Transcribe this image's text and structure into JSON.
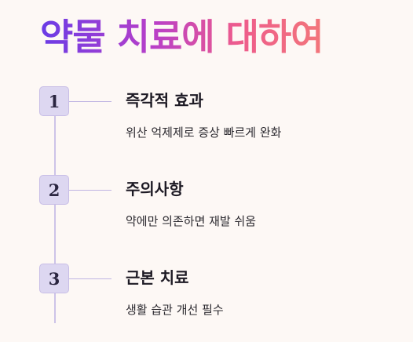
{
  "title": "약물 치료에 대하여",
  "steps": [
    {
      "number": "1",
      "title": "즉각적 효과",
      "description": "위산 억제제로 증상 빠르게 완화"
    },
    {
      "number": "2",
      "title": "주의사항",
      "description": "약에만 의존하면 재발 쉬움"
    },
    {
      "number": "3",
      "title": "근본 치료",
      "description": "생활 습관 개선 필수"
    }
  ],
  "colors": {
    "background": "#fdf8f5",
    "title_gradient_start": "#6a3ce6",
    "title_gradient_end": "#f2767a",
    "badge_fill": "#ddd7f1",
    "timeline": "#cdc3e8"
  }
}
